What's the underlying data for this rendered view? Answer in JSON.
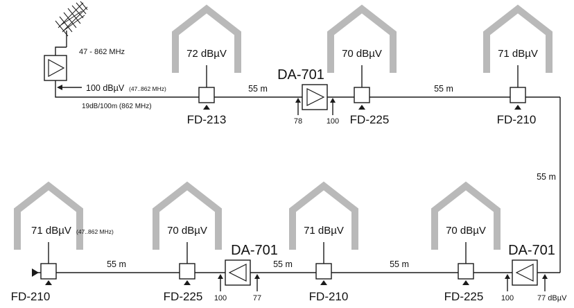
{
  "antenna": {
    "icon": "antenna-icon",
    "band": "47 - 862 MHz",
    "headend_level": "100 dBµV",
    "headend_range": "(47..862 MHz)",
    "attenuation": "19dB/100m (862 MHz)"
  },
  "houses": [
    {
      "level": "72 dBµV",
      "range": ""
    },
    {
      "level": "70 dBµV",
      "range": ""
    },
    {
      "level": "71 dBµV",
      "range": ""
    },
    {
      "level": "71 dBµV",
      "range": "(47..862 MHz)"
    },
    {
      "level": "70 dBµV",
      "range": ""
    },
    {
      "level": "71 dBµV",
      "range": ""
    },
    {
      "level": "70 dBµV",
      "range": ""
    }
  ],
  "devices": {
    "tap_top_1": "FD-213",
    "tap_top_2": "FD-225",
    "tap_top_3": "FD-210",
    "tap_bottom_1": "FD-210",
    "tap_bottom_2": "FD-225",
    "tap_bottom_3": "FD-210",
    "tap_bottom_4": "FD-225"
  },
  "amplifiers": {
    "amp_top": {
      "label": "DA-701",
      "in": "78",
      "out": "100"
    },
    "amp_bottom_1": {
      "label": "DA-701",
      "in": "100",
      "out": "77"
    },
    "amp_bottom_2": {
      "label": "DA-701",
      "in": "100",
      "out": "77 dBµV"
    }
  },
  "distances": {
    "top_1": "55 m",
    "top_2": "55 m",
    "right_vertical": "55 m",
    "bottom_1": "55 m",
    "bottom_2": "55 m",
    "bottom_3": "55 m"
  }
}
